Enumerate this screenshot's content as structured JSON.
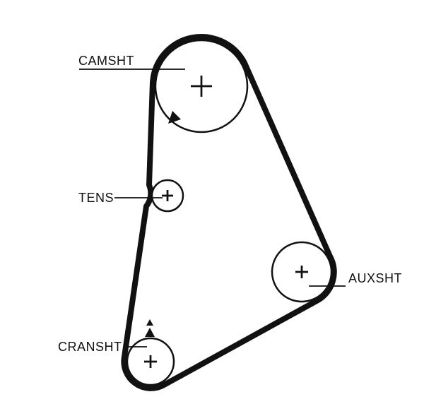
{
  "diagram": {
    "type": "timing-belt-routing",
    "background_color": "#ffffff",
    "line_color": "#111111",
    "labels": {
      "camshaft": "CAMSHT",
      "tensioner": "TENS",
      "auxiliary_shaft": "AUXSHT",
      "crankshaft": "CRANSHT"
    }
  }
}
